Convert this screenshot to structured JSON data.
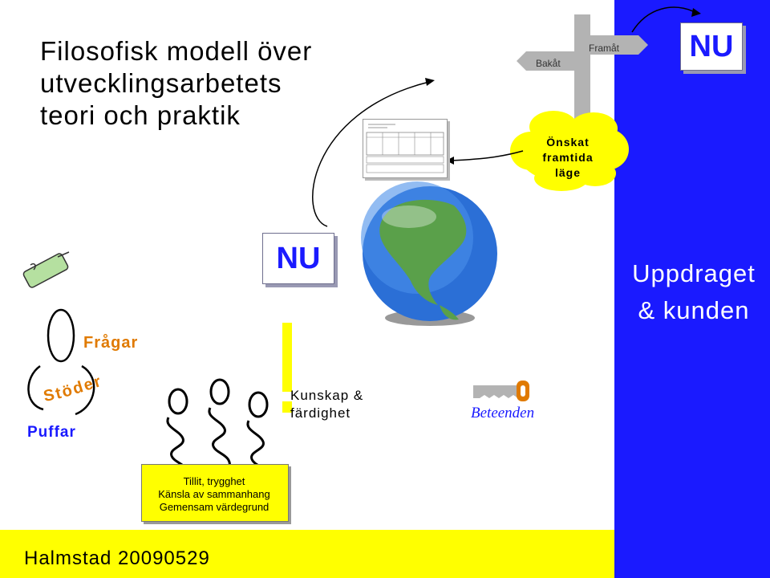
{
  "title_lines": [
    "Filosofisk modell över",
    "utvecklingsarbetets",
    "teori och praktik"
  ],
  "nu_top": "NU",
  "nu_mid": "NU",
  "signpost": {
    "back": "Bakåt",
    "forward": "Framåt"
  },
  "cloud_lines": [
    "Önskat",
    "framtida",
    "läge"
  ],
  "uppdraget_lines": [
    "Uppdraget",
    "& kunden"
  ],
  "fragar": "Frågar",
  "stoder": "Stöder",
  "puffar": "Puffar",
  "kunskap_lines": [
    "Kunskap &",
    "färdighet"
  ],
  "beteenden": "Beteenden",
  "tillit_lines": [
    "Tillit, trygghet",
    "Känsla av sammanhang",
    "Gemensam värdegrund"
  ],
  "footer": "Halmstad 20090529",
  "colors": {
    "blue": "#1a1aff",
    "yellow": "#ffff00",
    "orange": "#e07a00",
    "gray": "#b3b3b3",
    "cloud": "#ffff00"
  },
  "icons": [
    "scroll-icon",
    "globe-icon",
    "exclamation-icon",
    "key-icon",
    "person-icon",
    "people-icon",
    "signpost-icon",
    "arrow-icon",
    "document-icon"
  ]
}
